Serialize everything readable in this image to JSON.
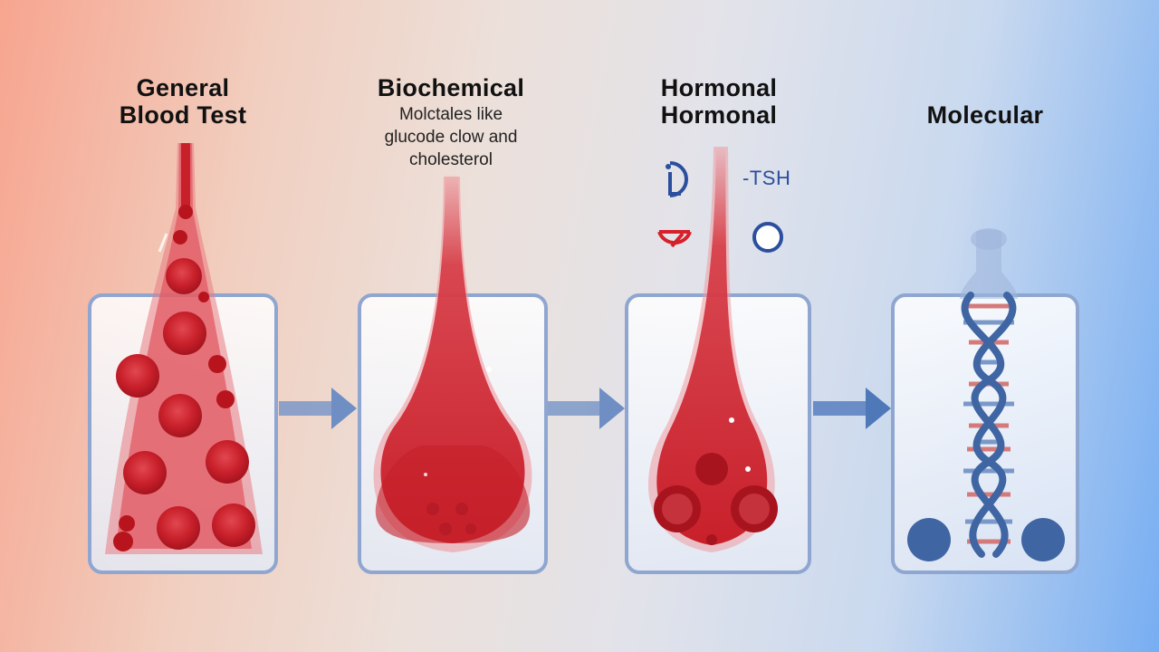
{
  "stages": [
    {
      "id": "general",
      "title_lines": [
        "General",
        "Blood Test"
      ]
    },
    {
      "id": "biochemical",
      "title_lines": [
        "Biochemical"
      ],
      "description_lines": [
        "Molctales like",
        "glucode clow and",
        "cholesterol"
      ]
    },
    {
      "id": "hormonal",
      "title_lines": [
        "Hormonal",
        "Hormonal"
      ],
      "marker_label": "-TSH"
    },
    {
      "id": "molecular",
      "title_lines": [
        "Molecular"
      ]
    }
  ],
  "colors": {
    "blood": "#c8202b",
    "blood_light": "#e98a8f",
    "panel_border": "#8fa6d0",
    "arrow": "#6f8fc4",
    "dna": "#3f65a3",
    "dna_rung_red": "#d57a7a",
    "hormone_red": "#d6202a",
    "hormone_blue": "#2b4f9e"
  }
}
